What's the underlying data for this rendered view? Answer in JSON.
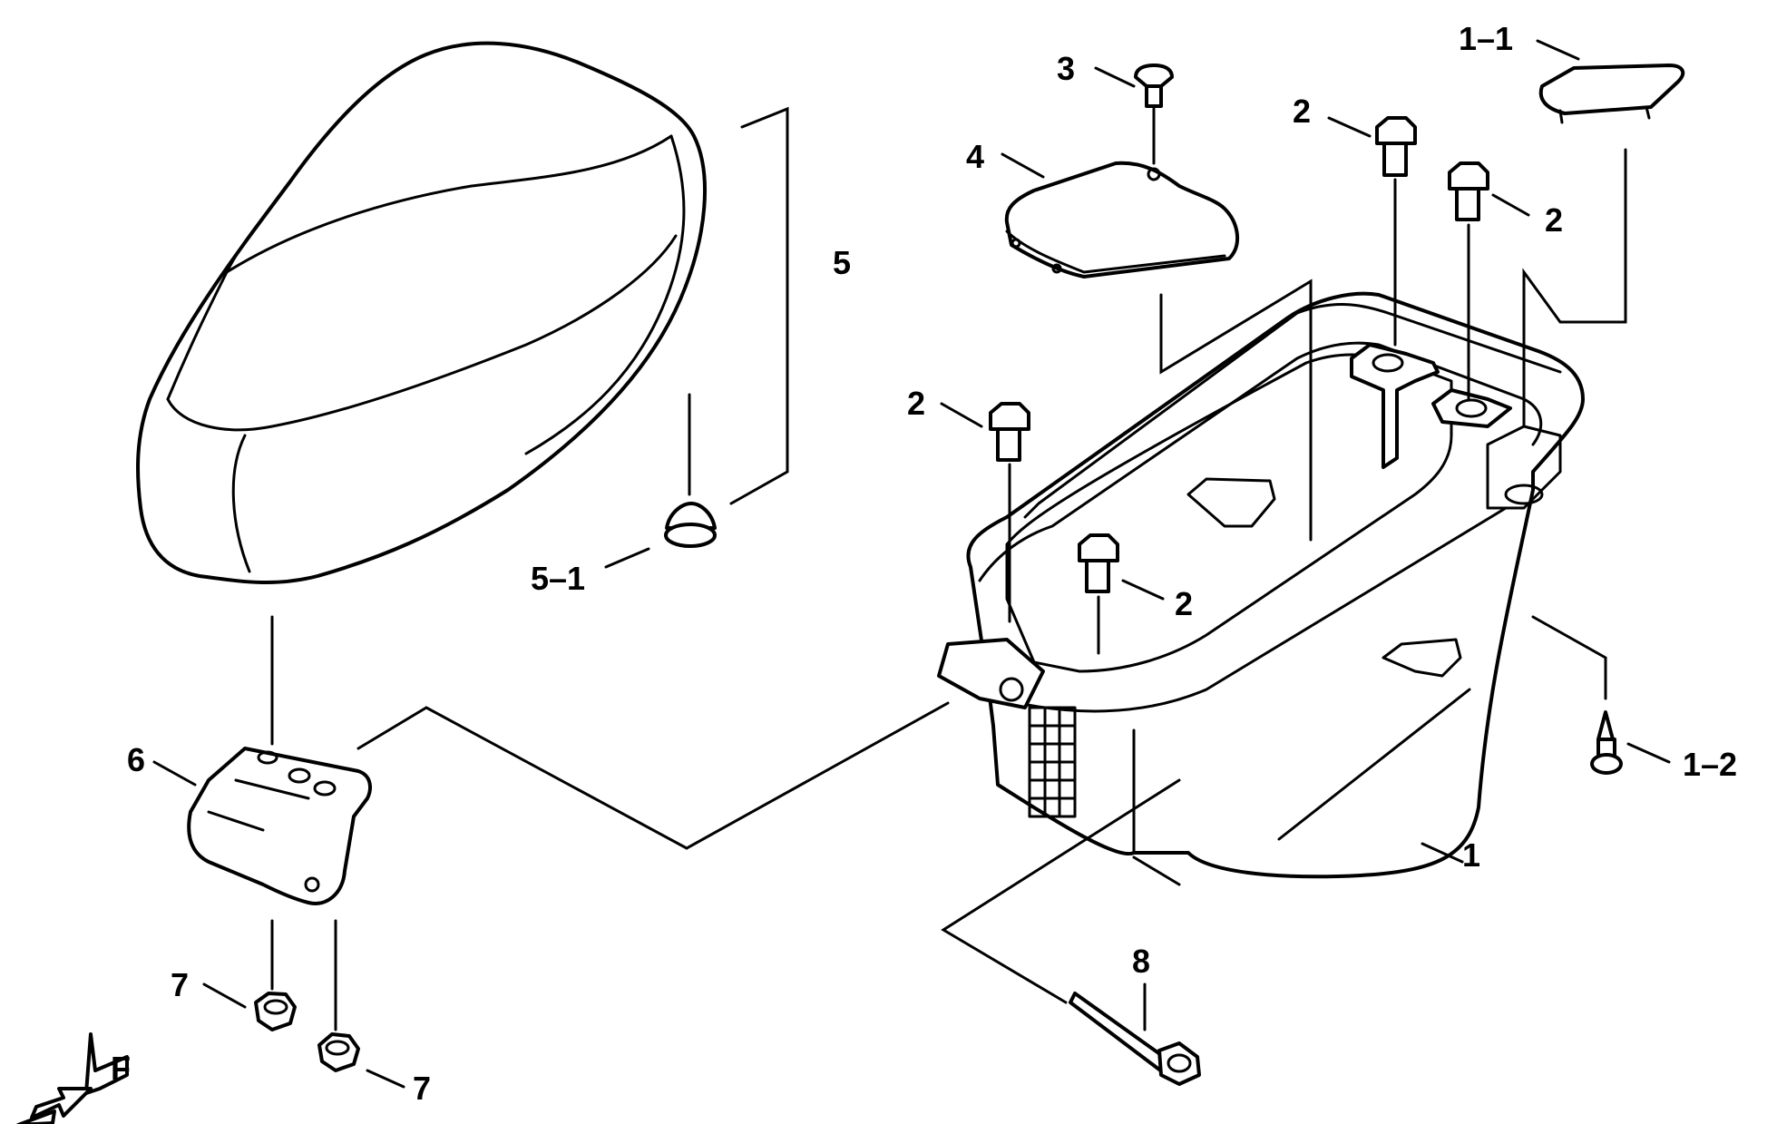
{
  "callouts": {
    "c1": "1",
    "c1_1": "1–1",
    "c1_2": "1–2",
    "c2_a": "2",
    "c2_b": "2",
    "c2_c": "2",
    "c2_d": "2",
    "c3": "3",
    "c4": "4",
    "c5": "5",
    "c5_1": "5–1",
    "c6": "6",
    "c7_a": "7",
    "c7_b": "7",
    "c8": "8"
  },
  "direction_mark": "F"
}
